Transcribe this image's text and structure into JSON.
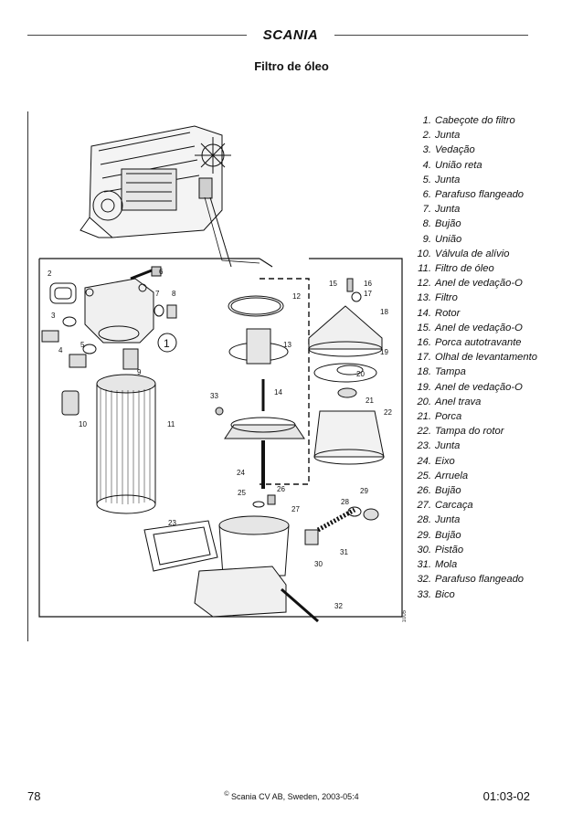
{
  "header": {
    "brand": "SCANIA",
    "title": "Filtro de óleo"
  },
  "figure": {
    "callouts": [
      "1",
      "2",
      "3",
      "4",
      "5",
      "6",
      "7",
      "8",
      "9",
      "10",
      "11",
      "12",
      "13",
      "14",
      "15",
      "16",
      "17",
      "18",
      "19",
      "20",
      "21",
      "22",
      "23",
      "24",
      "25",
      "26",
      "27",
      "28",
      "29",
      "30",
      "31",
      "32",
      "33"
    ],
    "code": "1005"
  },
  "legend": [
    {
      "num": "1.",
      "text": "Cabeçote do filtro"
    },
    {
      "num": "2.",
      "text": "Junta"
    },
    {
      "num": "3.",
      "text": "Vedação"
    },
    {
      "num": "4.",
      "text": "União reta"
    },
    {
      "num": "5.",
      "text": "Junta"
    },
    {
      "num": "6.",
      "text": "Parafuso flangeado"
    },
    {
      "num": "7.",
      "text": "Junta"
    },
    {
      "num": "8.",
      "text": "Bujão"
    },
    {
      "num": "9.",
      "text": "União"
    },
    {
      "num": "10.",
      "text": "Válvula de alívio"
    },
    {
      "num": "11.",
      "text": "Filtro de óleo"
    },
    {
      "num": "12.",
      "text": "Anel de vedação-O"
    },
    {
      "num": "13.",
      "text": "Filtro"
    },
    {
      "num": "14.",
      "text": "Rotor"
    },
    {
      "num": "15.",
      "text": "Anel de vedação-O"
    },
    {
      "num": "16.",
      "text": "Porca autotravante"
    },
    {
      "num": "17.",
      "text": "Olhal de levantamento"
    },
    {
      "num": "18.",
      "text": "Tampa"
    },
    {
      "num": "19.",
      "text": "Anel de vedação-O"
    },
    {
      "num": "20.",
      "text": "Anel trava"
    },
    {
      "num": "21.",
      "text": "Porca"
    },
    {
      "num": "22.",
      "text": "Tampa do rotor"
    },
    {
      "num": "23.",
      "text": "Junta"
    },
    {
      "num": "24.",
      "text": "Eixo"
    },
    {
      "num": "25.",
      "text": "Arruela"
    },
    {
      "num": "26.",
      "text": "Bujão"
    },
    {
      "num": "27.",
      "text": "Carcaça"
    },
    {
      "num": "28.",
      "text": "Junta"
    },
    {
      "num": "29.",
      "text": "Bujão"
    },
    {
      "num": "30.",
      "text": "Pistão"
    },
    {
      "num": "31.",
      "text": "Mola"
    },
    {
      "num": "32.",
      "text": "Parafuso flangeado"
    },
    {
      "num": "33.",
      "text": "Bico"
    }
  ],
  "footer": {
    "page_number": "78",
    "copyright_symbol": "©",
    "copyright": "Scania CV AB, Sweden, 2003-05:4",
    "doc_code": "01:03-02"
  }
}
